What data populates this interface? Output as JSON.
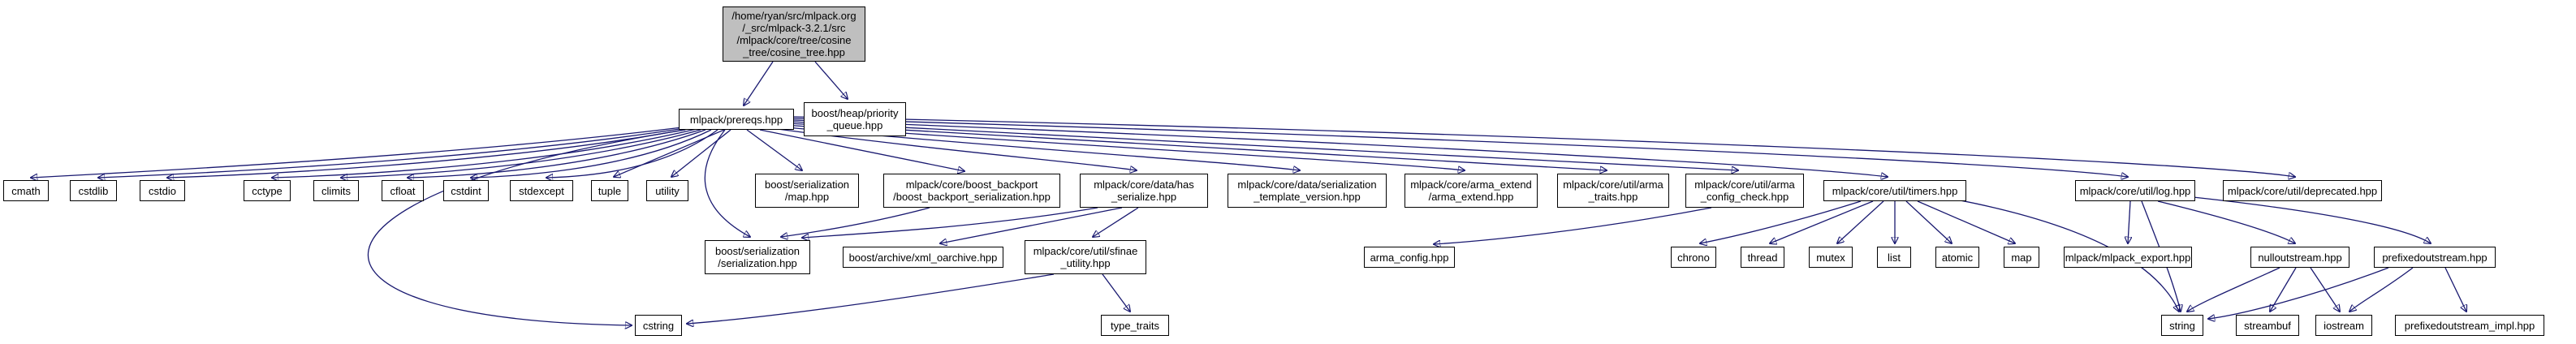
{
  "graph": {
    "type": "include-dependency-graph",
    "colors": {
      "background": "#ffffff",
      "node_fill": "#ffffff",
      "node_border": "#000000",
      "root_fill": "#bfbfbf",
      "edge": "#191970",
      "text": "#000000"
    },
    "nodes": {
      "root": {
        "label": "/home/ryan/src/mlpack.org\n/_src/mlpack-3.2.1/src\n/mlpack/core/tree/cosine\n_tree/cosine_tree.hpp"
      },
      "prereqs": {
        "label": "mlpack/prereqs.hpp"
      },
      "priority_queue": {
        "label": "boost/heap/priority\n_queue.hpp"
      },
      "cmath": {
        "label": "cmath"
      },
      "cstdlib": {
        "label": "cstdlib"
      },
      "cstdio": {
        "label": "cstdio"
      },
      "cctype": {
        "label": "cctype"
      },
      "climits": {
        "label": "climits"
      },
      "cfloat": {
        "label": "cfloat"
      },
      "cstdint": {
        "label": "cstdint"
      },
      "stdexcept": {
        "label": "stdexcept"
      },
      "tuple": {
        "label": "tuple"
      },
      "utility": {
        "label": "utility"
      },
      "map_hpp": {
        "label": "boost/serialization\n/map.hpp"
      },
      "boost_backport": {
        "label": "mlpack/core/boost_backport\n/boost_backport_serialization.hpp"
      },
      "has_serialize": {
        "label": "mlpack/core/data/has\n_serialize.hpp"
      },
      "serialization_template_version": {
        "label": "mlpack/core/data/serialization\n_template_version.hpp"
      },
      "arma_extend": {
        "label": "mlpack/core/arma_extend\n/arma_extend.hpp"
      },
      "arma_traits": {
        "label": "mlpack/core/util/arma\n_traits.hpp"
      },
      "arma_config_check": {
        "label": "mlpack/core/util/arma\n_config_check.hpp"
      },
      "timers": {
        "label": "mlpack/core/util/timers.hpp"
      },
      "log": {
        "label": "mlpack/core/util/log.hpp"
      },
      "deprecated": {
        "label": "mlpack/core/util/deprecated.hpp"
      },
      "serialization": {
        "label": "boost/serialization\n/serialization.hpp"
      },
      "xml_oarchive": {
        "label": "boost/archive/xml_oarchive.hpp"
      },
      "sfinae_utility": {
        "label": "mlpack/core/util/sfinae\n_utility.hpp"
      },
      "arma_config": {
        "label": "arma_config.hpp"
      },
      "chrono": {
        "label": "chrono"
      },
      "thread": {
        "label": "thread"
      },
      "mutex": {
        "label": "mutex"
      },
      "list": {
        "label": "list"
      },
      "atomic": {
        "label": "atomic"
      },
      "map": {
        "label": "map"
      },
      "mlpack_export": {
        "label": "mlpack/mlpack_export.hpp"
      },
      "nulloutstream": {
        "label": "nulloutstream.hpp"
      },
      "prefixedoutstream": {
        "label": "prefixedoutstream.hpp"
      },
      "cstring": {
        "label": "cstring"
      },
      "type_traits": {
        "label": "type_traits"
      },
      "string": {
        "label": "string"
      },
      "streambuf": {
        "label": "streambuf"
      },
      "iostream": {
        "label": "iostream"
      },
      "prefixedoutstream_impl": {
        "label": "prefixedoutstream_impl.hpp"
      }
    },
    "edges": [
      {
        "from": "root",
        "to": "prereqs"
      },
      {
        "from": "root",
        "to": "priority_queue"
      },
      {
        "from": "prereqs",
        "to": "cmath"
      },
      {
        "from": "prereqs",
        "to": "cstdlib"
      },
      {
        "from": "prereqs",
        "to": "cstdio"
      },
      {
        "from": "prereqs",
        "to": "cctype"
      },
      {
        "from": "prereqs",
        "to": "climits"
      },
      {
        "from": "prereqs",
        "to": "cfloat"
      },
      {
        "from": "prereqs",
        "to": "cstdint"
      },
      {
        "from": "prereqs",
        "to": "stdexcept"
      },
      {
        "from": "prereqs",
        "to": "tuple"
      },
      {
        "from": "prereqs",
        "to": "utility"
      },
      {
        "from": "prereqs",
        "to": "cstring"
      },
      {
        "from": "prereqs",
        "to": "map_hpp"
      },
      {
        "from": "prereqs",
        "to": "boost_backport"
      },
      {
        "from": "prereqs",
        "to": "has_serialize"
      },
      {
        "from": "prereqs",
        "to": "serialization_template_version"
      },
      {
        "from": "prereqs",
        "to": "arma_extend"
      },
      {
        "from": "prereqs",
        "to": "arma_traits"
      },
      {
        "from": "prereqs",
        "to": "arma_config_check"
      },
      {
        "from": "prereqs",
        "to": "timers"
      },
      {
        "from": "prereqs",
        "to": "log"
      },
      {
        "from": "prereqs",
        "to": "deprecated"
      },
      {
        "from": "prereqs",
        "to": "serialization"
      },
      {
        "from": "boost_backport",
        "to": "serialization"
      },
      {
        "from": "has_serialize",
        "to": "serialization"
      },
      {
        "from": "has_serialize",
        "to": "xml_oarchive"
      },
      {
        "from": "has_serialize",
        "to": "sfinae_utility"
      },
      {
        "from": "sfinae_utility",
        "to": "type_traits"
      },
      {
        "from": "sfinae_utility",
        "to": "cstring"
      },
      {
        "from": "arma_config_check",
        "to": "arma_config"
      },
      {
        "from": "timers",
        "to": "chrono"
      },
      {
        "from": "timers",
        "to": "thread"
      },
      {
        "from": "timers",
        "to": "mutex"
      },
      {
        "from": "timers",
        "to": "list"
      },
      {
        "from": "timers",
        "to": "atomic"
      },
      {
        "from": "timers",
        "to": "map"
      },
      {
        "from": "timers",
        "to": "string"
      },
      {
        "from": "log",
        "to": "mlpack_export"
      },
      {
        "from": "log",
        "to": "nulloutstream"
      },
      {
        "from": "log",
        "to": "prefixedoutstream"
      },
      {
        "from": "log",
        "to": "string"
      },
      {
        "from": "nulloutstream",
        "to": "string"
      },
      {
        "from": "nulloutstream",
        "to": "streambuf"
      },
      {
        "from": "nulloutstream",
        "to": "iostream"
      },
      {
        "from": "prefixedoutstream",
        "to": "iostream"
      },
      {
        "from": "prefixedoutstream",
        "to": "string"
      },
      {
        "from": "prefixedoutstream",
        "to": "prefixedoutstream_impl"
      }
    ]
  }
}
